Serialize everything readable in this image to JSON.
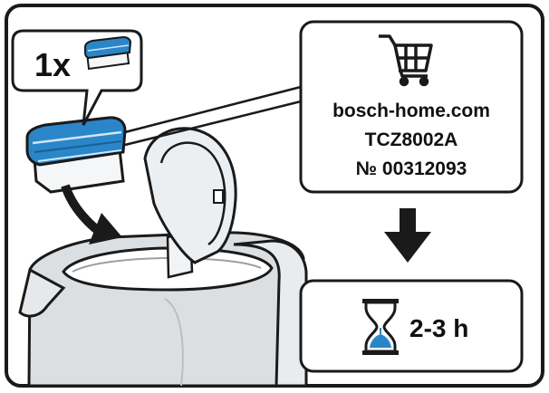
{
  "quantity_callout": {
    "text": "1x",
    "icon": "descaler-cartridge-icon"
  },
  "order_info": {
    "icon": "shopping-cart-icon",
    "website": "bosch-home.com",
    "product_code": "TCZ8002A",
    "article_number": "№ 00312093"
  },
  "flow_arrow_icon": "down-arrow-icon",
  "duration": {
    "icon": "hourglass-icon",
    "text": "2-3 h"
  },
  "colors": {
    "outline": "#1a1a1a",
    "kettle_gray": "#dcdfe2",
    "cartridge_blue": "#2a86c8",
    "cartridge_blue_dark": "#1a5f96",
    "hourglass_blue": "#2a86c8",
    "background": "#ffffff"
  }
}
